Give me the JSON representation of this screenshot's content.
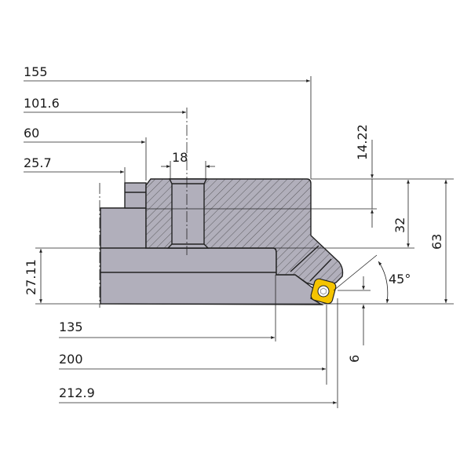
{
  "colors": {
    "body": "#b1afbb",
    "insert": "#f5c400",
    "line": "#222222"
  },
  "dimensions": {
    "d155": "155",
    "d101_6": "101.6",
    "d60": "60",
    "d25_7": "25.7",
    "d18": "18",
    "d14_22": "14.22",
    "d32": "32",
    "d63": "63",
    "d27_11": "27.11",
    "angle": "45°",
    "d6": "6",
    "d135": "135",
    "d200": "200",
    "d212_9": "212.9"
  }
}
